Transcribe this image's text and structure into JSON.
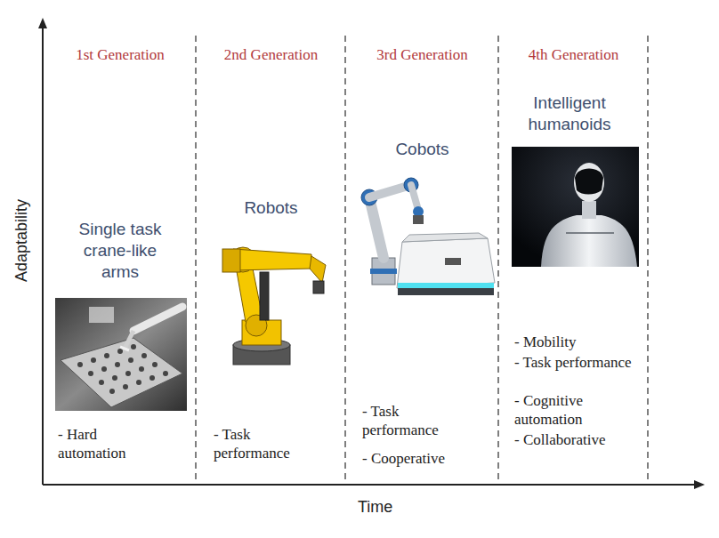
{
  "diagram": {
    "nodes": [
      {
        "text": [
          "1st Generation",
          "Single task crane-like arms",
          "- Hard automation"
        ]
      },
      {
        "text": [
          "2nd Generation",
          "Robots",
          "- Task performance"
        ]
      },
      {
        "text": [
          "3rd Generation",
          "Cobots",
          "- Task performance",
          "- Cooperative"
        ]
      },
      {
        "text": [
          "4th Generation",
          "Intelligent humanoids",
          "- Mobility",
          "- Task performance",
          "- Cognitive automation",
          "- Collaborative"
        ]
      }
    ],
    "labels": [
      "Adaptability",
      "Time"
    ]
  }
}
